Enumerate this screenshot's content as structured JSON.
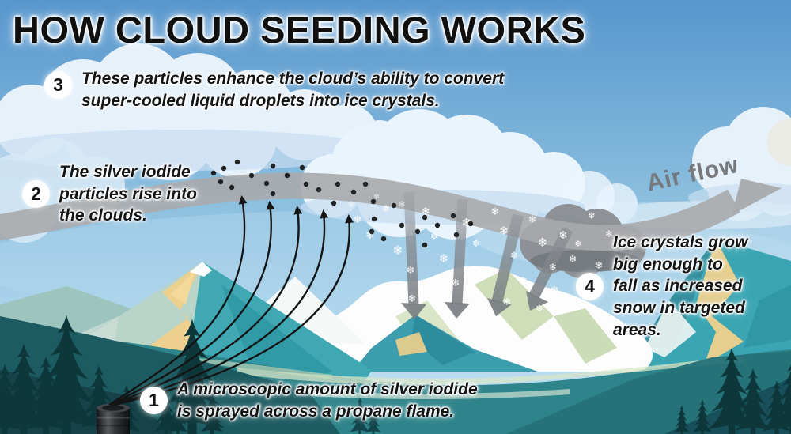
{
  "title": "HOW CLOUD SEEDING WORKS",
  "air_flow": {
    "label": "Air flow"
  },
  "steps": [
    {
      "number": "1",
      "text": "A microscopic amount of silver iodide\nis sprayed across a propane flame."
    },
    {
      "number": "2",
      "text": "The silver iodide\nparticles rise into\nthe clouds."
    },
    {
      "number": "3",
      "text": "These particles enhance the cloud’s ability to convert\nsuper-cooled liquid droplets into ice crystals."
    },
    {
      "number": "4",
      "text": "Ice crystals grow\nbig enough to\nfall as increased\nsnow in targeted\nareas."
    }
  ],
  "colors": {
    "sky_top": "#5796cd",
    "sky_bottom": "#bedff1",
    "cloud": "#e8f2fb",
    "dark_cloud": "#8b8e92",
    "airflow_band": "#a8aaac",
    "airflow_text": "#76797d",
    "mountain_teal": "#3fa8b3",
    "mountain_sand": "#eecf8b",
    "snow_white": "#fcfdfc",
    "foreground_teal": "#2d848a",
    "tree_dark": "#0e373b",
    "arrow_black": "#141414",
    "text_black": "#131313"
  }
}
